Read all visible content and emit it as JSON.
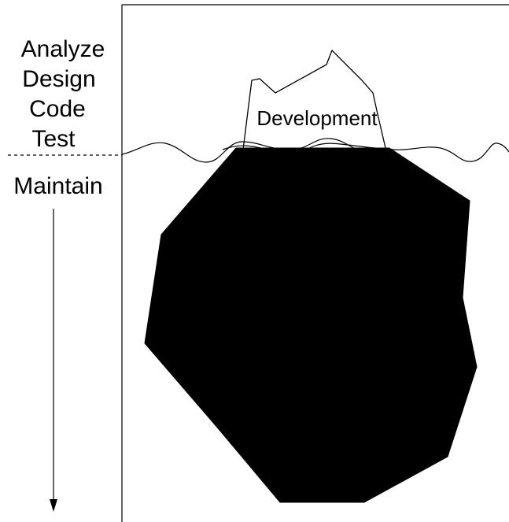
{
  "phases_above": [
    "Analyze",
    "Design",
    "Code",
    "Test"
  ],
  "phase_below": "Maintain",
  "iceberg_tip_label": "Development",
  "colors": {
    "line": "#000000",
    "iceberg_body": "#000000",
    "background": "#ffffff"
  }
}
